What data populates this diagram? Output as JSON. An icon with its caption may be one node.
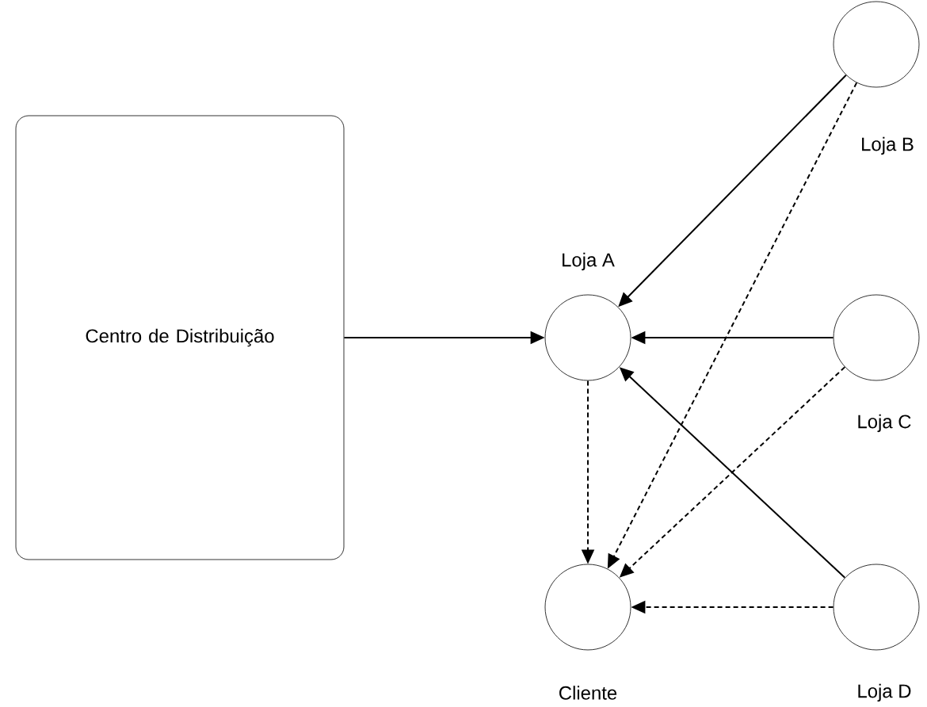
{
  "diagram": {
    "nodes": [
      {
        "text": [
          "Centro de Distribuição"
        ]
      },
      {
        "text": [
          "Loja A"
        ]
      },
      {
        "text": [
          "Loja B"
        ]
      },
      {
        "text": [
          "Loja C"
        ]
      },
      {
        "text": [
          "Loja D"
        ]
      },
      {
        "text": [
          "Cliente"
        ]
      }
    ],
    "edges": [
      {
        "from": 0,
        "to": 1,
        "arrow": "to"
      },
      {
        "from": 2,
        "to": 1,
        "arrow": "to"
      },
      {
        "from": 3,
        "to": 1,
        "arrow": "to"
      },
      {
        "from": 4,
        "to": 1,
        "arrow": "to"
      },
      {
        "from": 1,
        "to": 5,
        "arrow": "to",
        "style": "dashed"
      },
      {
        "from": 2,
        "to": 5,
        "arrow": "to",
        "style": "dashed"
      },
      {
        "from": 3,
        "to": 5,
        "arrow": "to",
        "style": "dashed"
      },
      {
        "from": 4,
        "to": 5,
        "arrow": "to",
        "style": "dashed"
      }
    ]
  }
}
